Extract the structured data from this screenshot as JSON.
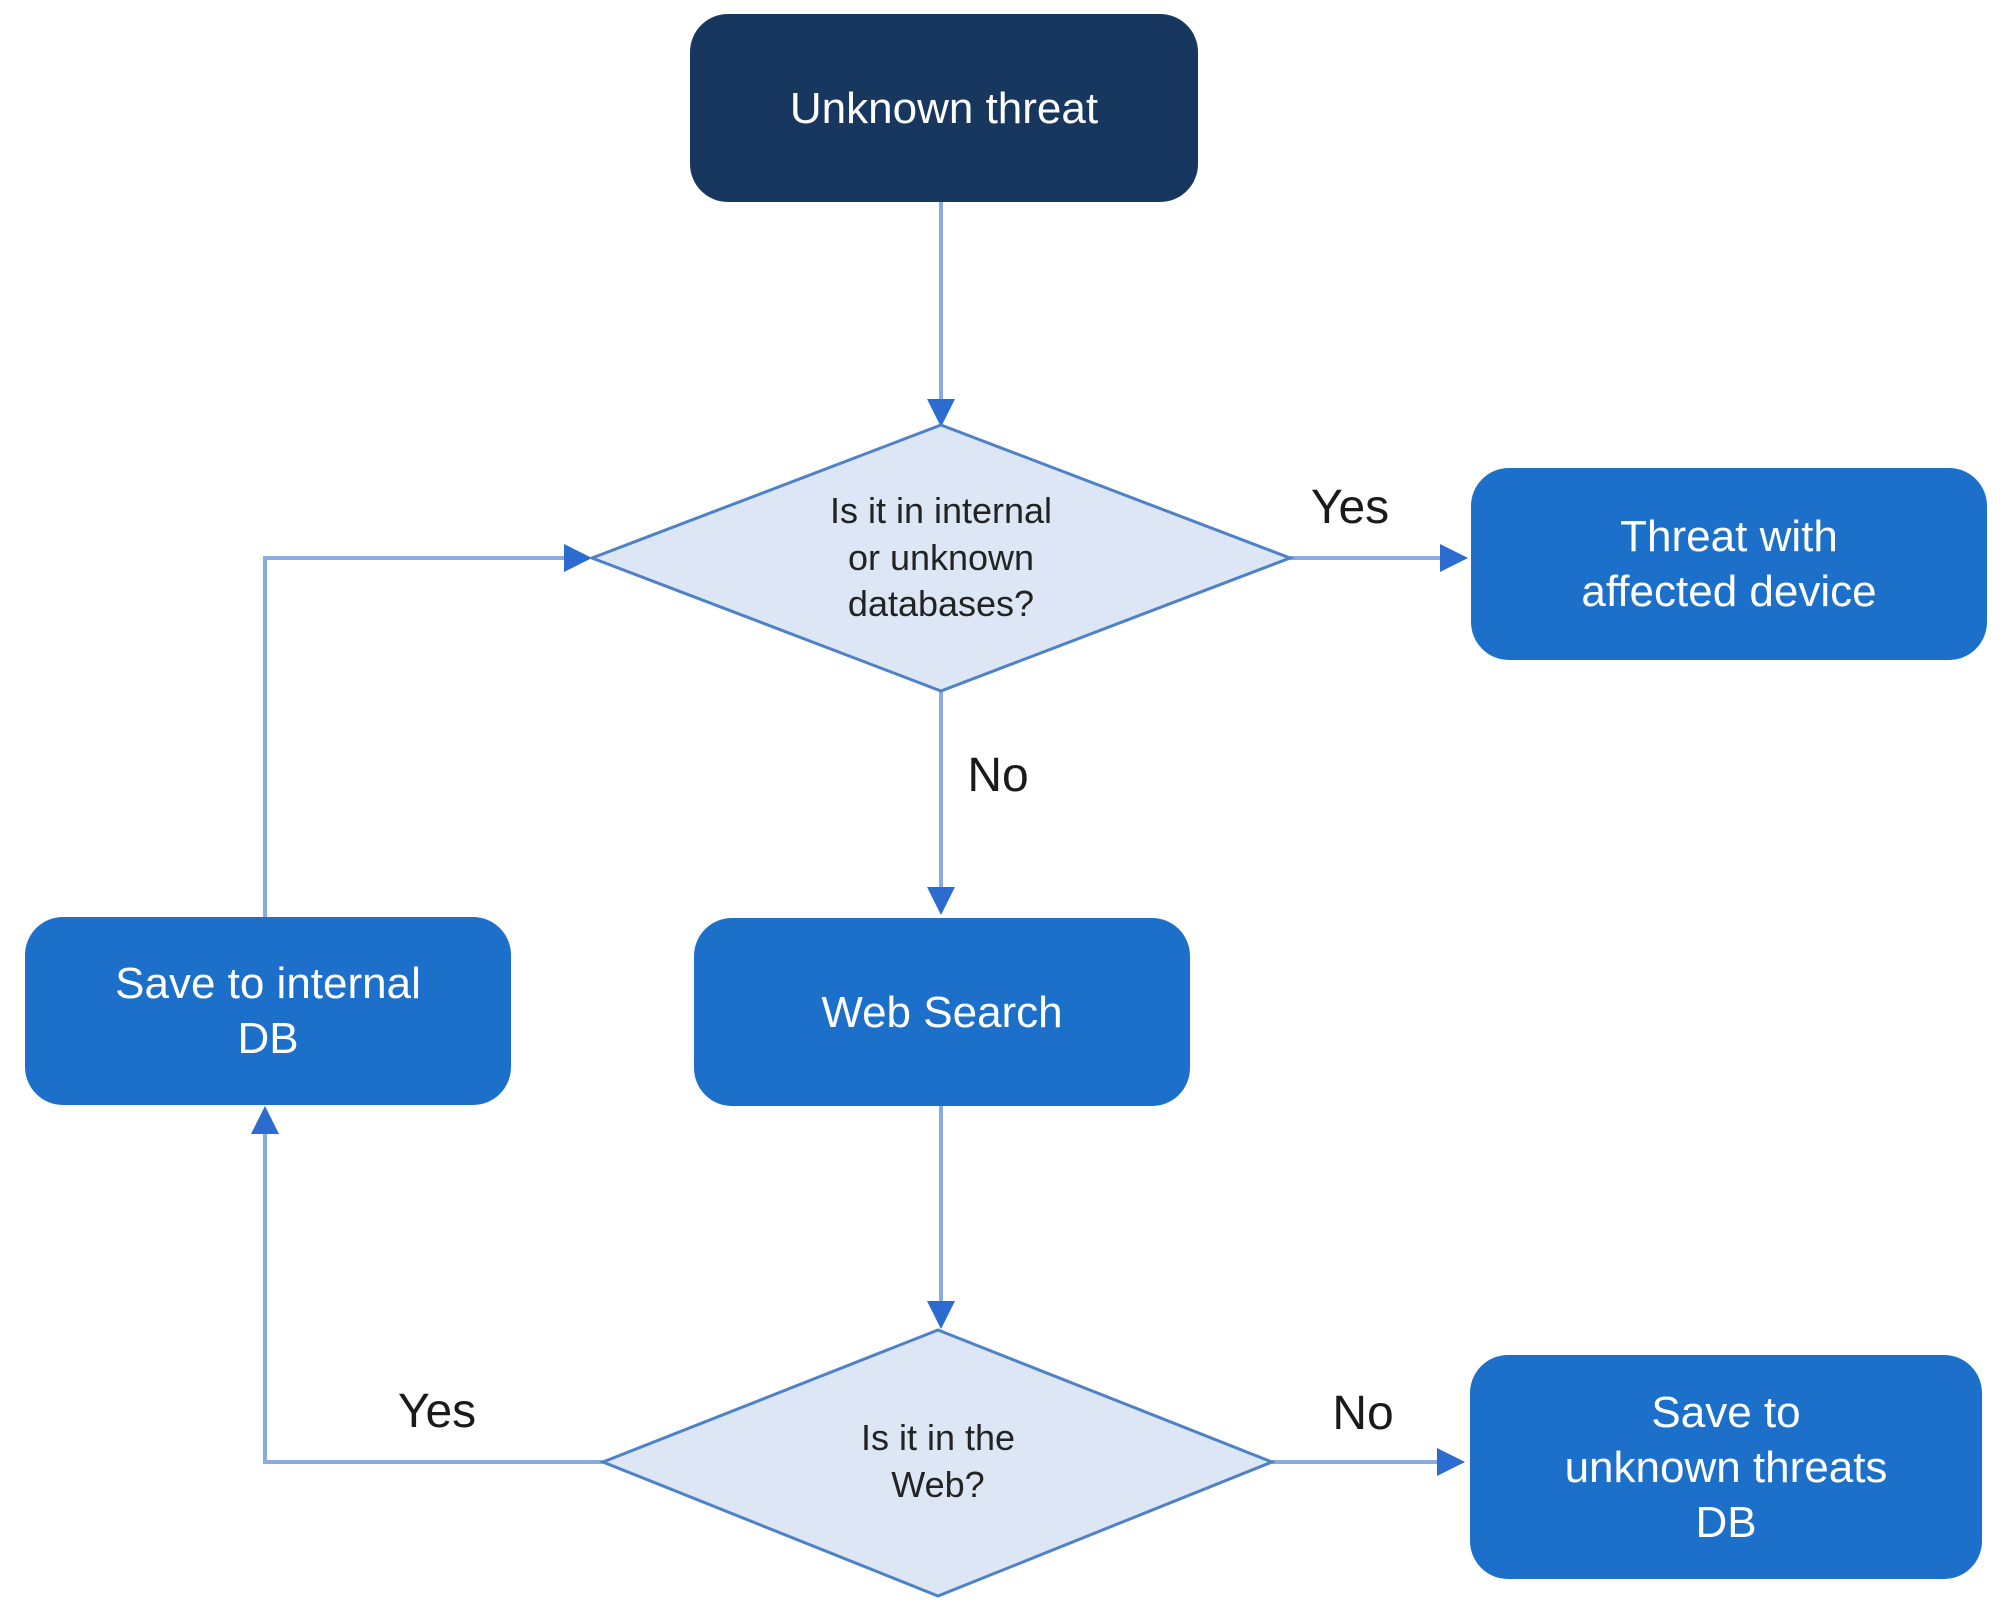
{
  "diagram": {
    "type": "flowchart",
    "nodes": {
      "unknown_threat": {
        "kind": "start",
        "label_lines": [
          "Unknown threat"
        ]
      },
      "decision_internal_db": {
        "kind": "decision",
        "label_lines": [
          "Is it in internal",
          "or unknown",
          "databases?"
        ]
      },
      "threat_with_affected_device": {
        "kind": "process",
        "label_lines": [
          "Threat with",
          "affected device"
        ]
      },
      "web_search": {
        "kind": "process",
        "label_lines": [
          "Web Search"
        ]
      },
      "save_to_internal_db": {
        "kind": "process",
        "label_lines": [
          "Save to internal",
          "DB"
        ]
      },
      "decision_in_web": {
        "kind": "decision",
        "label_lines": [
          "Is it in the",
          "Web?"
        ]
      },
      "save_to_unknown_threats_db": {
        "kind": "process",
        "label_lines": [
          "Save to",
          "unknown threats",
          "DB"
        ]
      }
    },
    "edges": [
      {
        "from": "unknown_threat",
        "to": "decision_internal_db",
        "label": ""
      },
      {
        "from": "decision_internal_db",
        "to": "threat_with_affected_device",
        "label": "Yes"
      },
      {
        "from": "decision_internal_db",
        "to": "web_search",
        "label": "No"
      },
      {
        "from": "web_search",
        "to": "decision_in_web",
        "label": ""
      },
      {
        "from": "decision_in_web",
        "to": "save_to_internal_db",
        "label": "Yes"
      },
      {
        "from": "decision_in_web",
        "to": "save_to_unknown_threats_db",
        "label": "No"
      },
      {
        "from": "save_to_internal_db",
        "to": "decision_internal_db",
        "label": ""
      }
    ],
    "colors": {
      "start_node_fill": "#17375e",
      "process_node_fill": "#1d70c9",
      "decision_fill": "#dce6f4",
      "decision_border": "#4f81c7",
      "connector_line": "#88acdf",
      "arrowhead": "#2c6cd0",
      "node_text": "#ffffff",
      "decision_text": "#232323",
      "edge_label_text": "#1a1a1a",
      "background": "#ffffff"
    }
  }
}
